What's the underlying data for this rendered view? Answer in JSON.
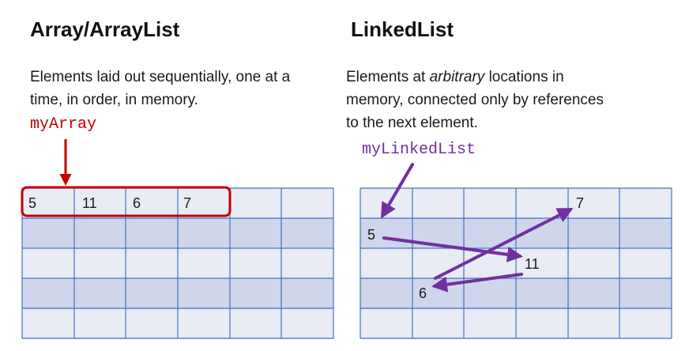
{
  "left": {
    "title": "Array/ArrayList",
    "description_line1": "Elements laid out sequentially, one at a",
    "description_line2": "time, in order, in memory.",
    "variable": "myArray",
    "cells": [
      "5",
      "11",
      "6",
      "7"
    ]
  },
  "right": {
    "title": "LinkedList",
    "description_line1_pre": "Elements at ",
    "description_line1_em": "arbitrary",
    "description_line1_post": " locations in",
    "description_line2": "memory, connected only by references",
    "description_line3": "to the next element.",
    "variable": "myLinkedList",
    "nodes": [
      "5",
      "11",
      "6",
      "7"
    ]
  },
  "colors": {
    "array_accent": "#c00000",
    "list_accent": "#7030a0",
    "grid_line": "#4472c4",
    "row_light": "#e9ebf5",
    "row_dark": "#cfd5ea"
  }
}
